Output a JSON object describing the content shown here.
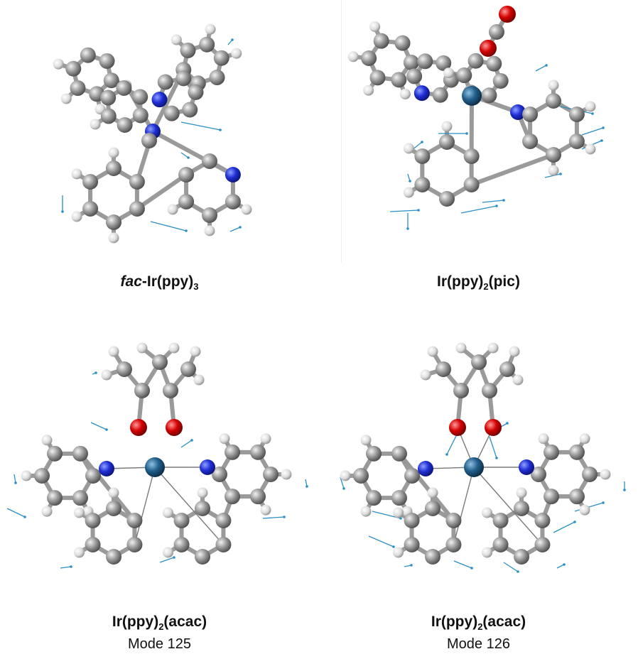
{
  "panels": [
    {
      "id": "fac-ir-ppy3",
      "caption_prefix_italic": "fac",
      "caption_base": "-Ir(ppy)",
      "caption_sub1": "3",
      "caption_rest": "",
      "caption_sub2": "",
      "caption_tail": "",
      "mode": ""
    },
    {
      "id": "ir-ppy2-pic",
      "caption_prefix_italic": "",
      "caption_base": "Ir(ppy)",
      "caption_sub1": "2",
      "caption_rest": "(pic)",
      "caption_sub2": "",
      "caption_tail": "",
      "mode": ""
    },
    {
      "id": "ir-ppy2-acac-125",
      "caption_prefix_italic": "",
      "caption_base": "Ir(ppy)",
      "caption_sub1": "2",
      "caption_rest": "(acac)",
      "caption_sub2": "",
      "caption_tail": "",
      "mode": "Mode 125"
    },
    {
      "id": "ir-ppy2-acac-126",
      "caption_prefix_italic": "",
      "caption_base": "Ir(ppy)",
      "caption_sub1": "2",
      "caption_rest": "(acac)",
      "caption_sub2": "",
      "caption_tail": "",
      "mode": "Mode 126"
    }
  ],
  "colors": {
    "carbon": "#8a8a8a",
    "hydrogen": "#e6e6e6",
    "nitrogen": "#1f2fd6",
    "oxygen": "#d40000",
    "iridium": "#215e8a",
    "bond": "#9a9a9a",
    "vector": "#2a8fc4"
  }
}
